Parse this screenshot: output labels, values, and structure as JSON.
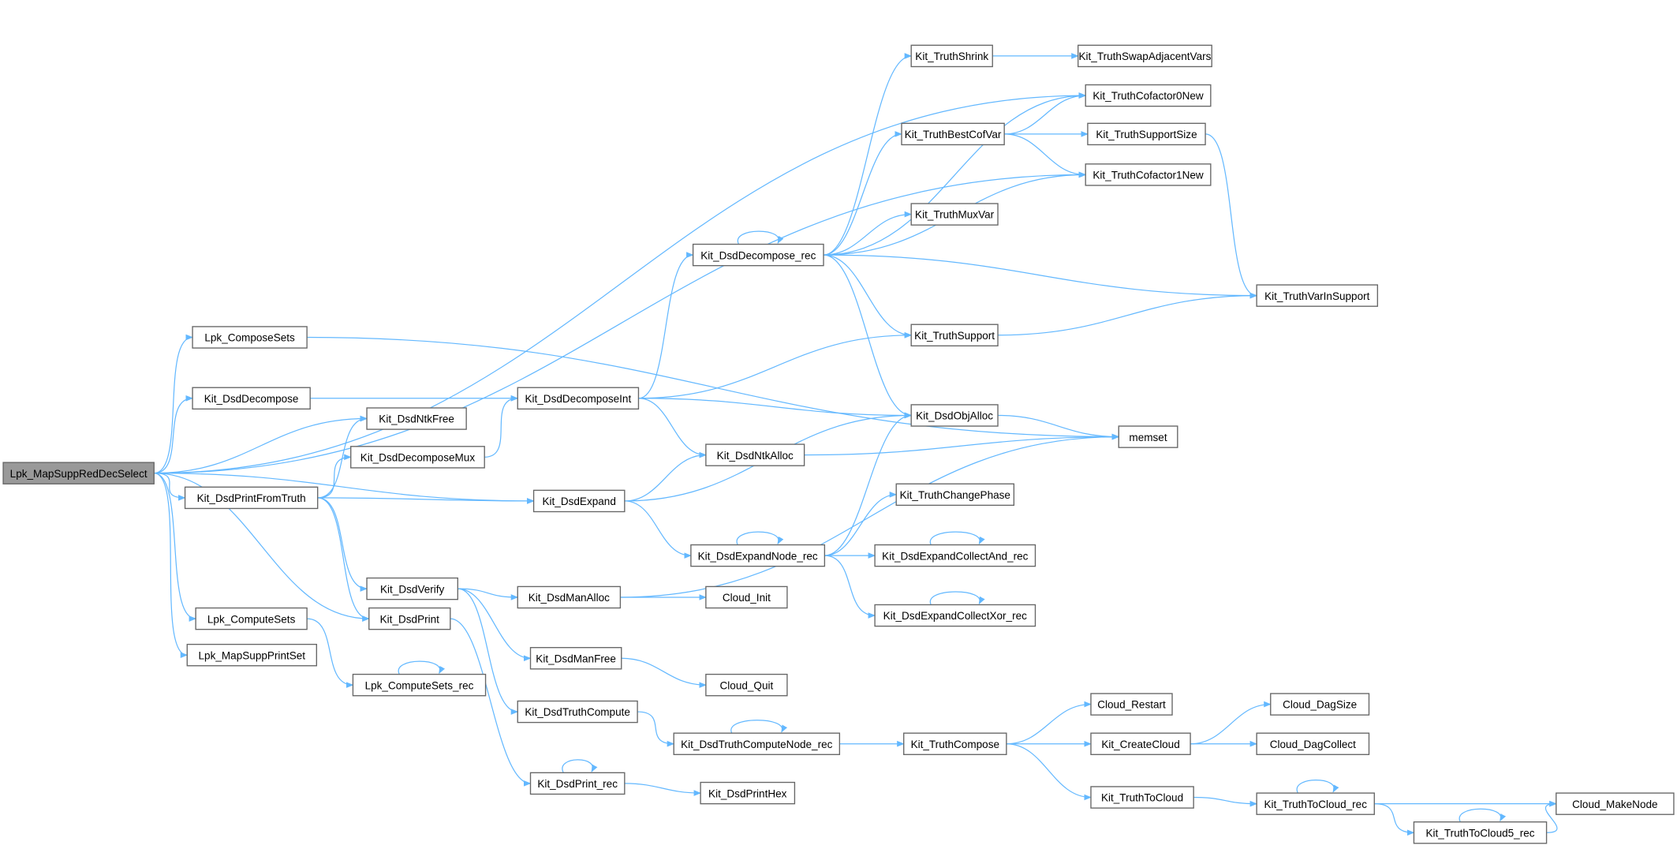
{
  "graph": {
    "root": "Lpk_MapSuppRedDecSelect",
    "colors": {
      "edge": "#63b8ff",
      "root_fill": "#999999",
      "node_border": "#666666"
    },
    "nodes": [
      "Lpk_MapSuppRedDecSelect",
      "Lpk_ComposeSets",
      "Kit_DsdDecompose",
      "Kit_DsdNtkFree",
      "Kit_DsdDecomposeMux",
      "Kit_DsdPrintFromTruth",
      "Kit_DsdExpand",
      "Kit_DsdVerify",
      "Kit_DsdPrint",
      "Lpk_ComputeSets",
      "Lpk_MapSuppPrintSet",
      "Lpk_ComputeSets_rec",
      "Kit_DsdDecomposeInt",
      "Kit_DsdDecompose_rec",
      "Kit_TruthShrink",
      "Kit_TruthSwapAdjacentVars",
      "Kit_TruthCofactor0New",
      "Kit_TruthBestCofVar",
      "Kit_TruthSupportSize",
      "Kit_TruthCofactor1New",
      "Kit_TruthMuxVar",
      "Kit_TruthVarInSupport",
      "Kit_TruthSupport",
      "Kit_DsdObjAlloc",
      "memset",
      "Kit_DsdNtkAlloc",
      "Kit_TruthChangePhase",
      "Kit_DsdExpandNode_rec",
      "Kit_DsdExpandCollectAnd_rec",
      "Kit_DsdExpandCollectXor_rec",
      "Kit_DsdManAlloc",
      "Cloud_Init",
      "Kit_DsdManFree",
      "Cloud_Quit",
      "Kit_DsdTruthCompute",
      "Kit_DsdTruthComputeNode_rec",
      "Kit_TruthCompose",
      "Cloud_Restart",
      "Kit_CreateCloud",
      "Cloud_DagSize",
      "Cloud_DagCollect",
      "Kit_TruthToCloud",
      "Kit_TruthToCloud_rec",
      "Cloud_MakeNode",
      "Kit_TruthToCloud5_rec",
      "Kit_DsdPrint_rec",
      "Kit_DsdPrintHex"
    ],
    "edges": [
      [
        "Lpk_MapSuppRedDecSelect",
        "Kit_TruthCofactor0New"
      ],
      [
        "Lpk_MapSuppRedDecSelect",
        "Kit_TruthCofactor1New"
      ],
      [
        "Lpk_MapSuppRedDecSelect",
        "Lpk_ComposeSets"
      ],
      [
        "Lpk_MapSuppRedDecSelect",
        "Kit_DsdDecompose"
      ],
      [
        "Lpk_MapSuppRedDecSelect",
        "Kit_DsdNtkFree"
      ],
      [
        "Lpk_MapSuppRedDecSelect",
        "Kit_DsdPrintFromTruth"
      ],
      [
        "Lpk_MapSuppRedDecSelect",
        "Kit_DsdExpand"
      ],
      [
        "Lpk_MapSuppRedDecSelect",
        "Kit_DsdPrint"
      ],
      [
        "Lpk_MapSuppRedDecSelect",
        "Lpk_ComputeSets"
      ],
      [
        "Lpk_MapSuppRedDecSelect",
        "Lpk_MapSuppPrintSet"
      ],
      [
        "Lpk_ComposeSets",
        "memset"
      ],
      [
        "Kit_DsdDecompose",
        "Kit_DsdDecomposeInt"
      ],
      [
        "Kit_DsdDecomposeMux",
        "Kit_DsdDecomposeInt"
      ],
      [
        "Kit_DsdPrintFromTruth",
        "Kit_DsdNtkFree"
      ],
      [
        "Kit_DsdPrintFromTruth",
        "Kit_DsdDecomposeMux"
      ],
      [
        "Kit_DsdPrintFromTruth",
        "Kit_DsdExpand"
      ],
      [
        "Kit_DsdPrintFromTruth",
        "Kit_DsdVerify"
      ],
      [
        "Kit_DsdPrintFromTruth",
        "Kit_DsdPrint"
      ],
      [
        "Kit_DsdDecomposeInt",
        "Kit_DsdDecompose_rec"
      ],
      [
        "Kit_DsdDecomposeInt",
        "Kit_TruthSupport"
      ],
      [
        "Kit_DsdDecomposeInt",
        "Kit_DsdObjAlloc"
      ],
      [
        "Kit_DsdDecomposeInt",
        "Kit_DsdNtkAlloc"
      ],
      [
        "Kit_DsdDecompose_rec",
        "Kit_DsdDecompose_rec"
      ],
      [
        "Kit_DsdDecompose_rec",
        "Kit_TruthShrink"
      ],
      [
        "Kit_DsdDecompose_rec",
        "Kit_TruthCofactor0New"
      ],
      [
        "Kit_DsdDecompose_rec",
        "Kit_TruthBestCofVar"
      ],
      [
        "Kit_DsdDecompose_rec",
        "Kit_TruthCofactor1New"
      ],
      [
        "Kit_DsdDecompose_rec",
        "Kit_TruthMuxVar"
      ],
      [
        "Kit_DsdDecompose_rec",
        "Kit_TruthVarInSupport"
      ],
      [
        "Kit_DsdDecompose_rec",
        "Kit_TruthSupport"
      ],
      [
        "Kit_DsdDecompose_rec",
        "Kit_DsdObjAlloc"
      ],
      [
        "Kit_TruthShrink",
        "Kit_TruthSwapAdjacentVars"
      ],
      [
        "Kit_TruthBestCofVar",
        "Kit_TruthCofactor0New"
      ],
      [
        "Kit_TruthBestCofVar",
        "Kit_TruthSupportSize"
      ],
      [
        "Kit_TruthBestCofVar",
        "Kit_TruthCofactor1New"
      ],
      [
        "Kit_TruthSupportSize",
        "Kit_TruthVarInSupport"
      ],
      [
        "Kit_TruthSupport",
        "Kit_TruthVarInSupport"
      ],
      [
        "Kit_DsdObjAlloc",
        "memset"
      ],
      [
        "Kit_DsdNtkAlloc",
        "memset"
      ],
      [
        "Kit_DsdExpand",
        "Kit_DsdNtkAlloc"
      ],
      [
        "Kit_DsdExpand",
        "Kit_DsdObjAlloc"
      ],
      [
        "Kit_DsdExpand",
        "Kit_DsdExpandNode_rec"
      ],
      [
        "Kit_DsdExpandNode_rec",
        "Kit_DsdExpandNode_rec"
      ],
      [
        "Kit_DsdExpandNode_rec",
        "Kit_DsdObjAlloc"
      ],
      [
        "Kit_DsdExpandNode_rec",
        "Kit_TruthChangePhase"
      ],
      [
        "Kit_DsdExpandNode_rec",
        "Kit_DsdExpandCollectAnd_rec"
      ],
      [
        "Kit_DsdExpandNode_rec",
        "Kit_DsdExpandCollectXor_rec"
      ],
      [
        "Kit_DsdExpandCollectAnd_rec",
        "Kit_DsdExpandCollectAnd_rec"
      ],
      [
        "Kit_DsdExpandCollectXor_rec",
        "Kit_DsdExpandCollectXor_rec"
      ],
      [
        "Kit_DsdVerify",
        "Kit_DsdManAlloc"
      ],
      [
        "Kit_DsdVerify",
        "Kit_DsdManFree"
      ],
      [
        "Kit_DsdVerify",
        "Kit_DsdTruthCompute"
      ],
      [
        "Kit_DsdManAlloc",
        "Cloud_Init"
      ],
      [
        "Kit_DsdManAlloc",
        "memset"
      ],
      [
        "Kit_DsdManFree",
        "Cloud_Quit"
      ],
      [
        "Kit_DsdTruthCompute",
        "Kit_DsdTruthComputeNode_rec"
      ],
      [
        "Kit_DsdTruthComputeNode_rec",
        "Kit_DsdTruthComputeNode_rec"
      ],
      [
        "Kit_DsdTruthComputeNode_rec",
        "Kit_TruthCompose"
      ],
      [
        "Kit_TruthCompose",
        "Cloud_Restart"
      ],
      [
        "Kit_TruthCompose",
        "Kit_CreateCloud"
      ],
      [
        "Kit_TruthCompose",
        "Kit_TruthToCloud"
      ],
      [
        "Kit_CreateCloud",
        "Cloud_DagSize"
      ],
      [
        "Kit_CreateCloud",
        "Cloud_DagCollect"
      ],
      [
        "Kit_TruthToCloud",
        "Kit_TruthToCloud_rec"
      ],
      [
        "Kit_TruthToCloud_rec",
        "Kit_TruthToCloud_rec"
      ],
      [
        "Kit_TruthToCloud_rec",
        "Cloud_MakeNode"
      ],
      [
        "Kit_TruthToCloud_rec",
        "Kit_TruthToCloud5_rec"
      ],
      [
        "Kit_TruthToCloud5_rec",
        "Kit_TruthToCloud5_rec"
      ],
      [
        "Kit_TruthToCloud5_rec",
        "Cloud_MakeNode"
      ],
      [
        "Lpk_ComputeSets",
        "Lpk_ComputeSets_rec"
      ],
      [
        "Lpk_ComputeSets_rec",
        "Lpk_ComputeSets_rec"
      ],
      [
        "Kit_DsdPrint",
        "Kit_DsdPrint_rec"
      ],
      [
        "Kit_DsdPrint_rec",
        "Kit_DsdPrint_rec"
      ],
      [
        "Kit_DsdPrint_rec",
        "Kit_DsdPrintHex"
      ]
    ]
  }
}
